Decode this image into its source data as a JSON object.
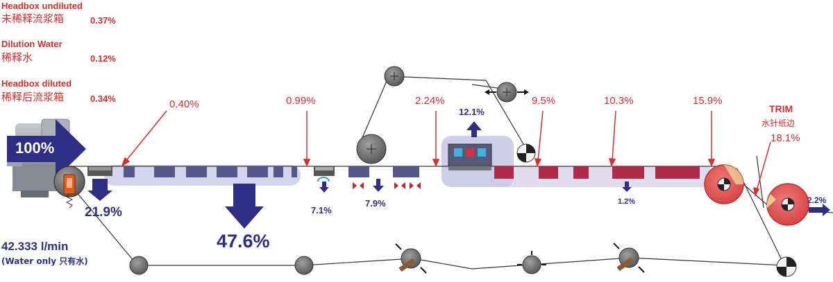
{
  "legend": {
    "headbox_undiluted": {
      "en": "Headbox undiluted",
      "zh": "未稀释流浆箱",
      "value": "0.37%"
    },
    "dilution_water": {
      "en": "Dilution Water",
      "zh": "稀释水",
      "value": "0.12%"
    },
    "headbox_diluted": {
      "en": "Headbox diluted",
      "zh": "稀释后流浆箱",
      "value": "0.34%"
    }
  },
  "inflow": {
    "label": "100%"
  },
  "consistency": {
    "c1": "0.40%",
    "c2": "0.99%",
    "c3": "2.24%",
    "c4": "9.5%",
    "c5": "10.3%",
    "c6": "15.9%"
  },
  "drains": {
    "breast_roll": "21.9%",
    "forming_table": "47.6%",
    "foil_box": "7.1%",
    "vacuum_boxes": "7.9%",
    "top_hood": "12.1%",
    "suction_box": "1.2%",
    "reel": "2.2%"
  },
  "trim": {
    "en": "TRIM",
    "zh": "水针纸边",
    "value": "18.1%"
  },
  "flow": {
    "value": "42.333 l/min",
    "note": "(Water only 只有水)"
  },
  "colors": {
    "accent_red": "#e02b2b",
    "arrow_navy": "#2e2e85",
    "roll_gray": "#777777",
    "couch_red": "#e05050"
  }
}
